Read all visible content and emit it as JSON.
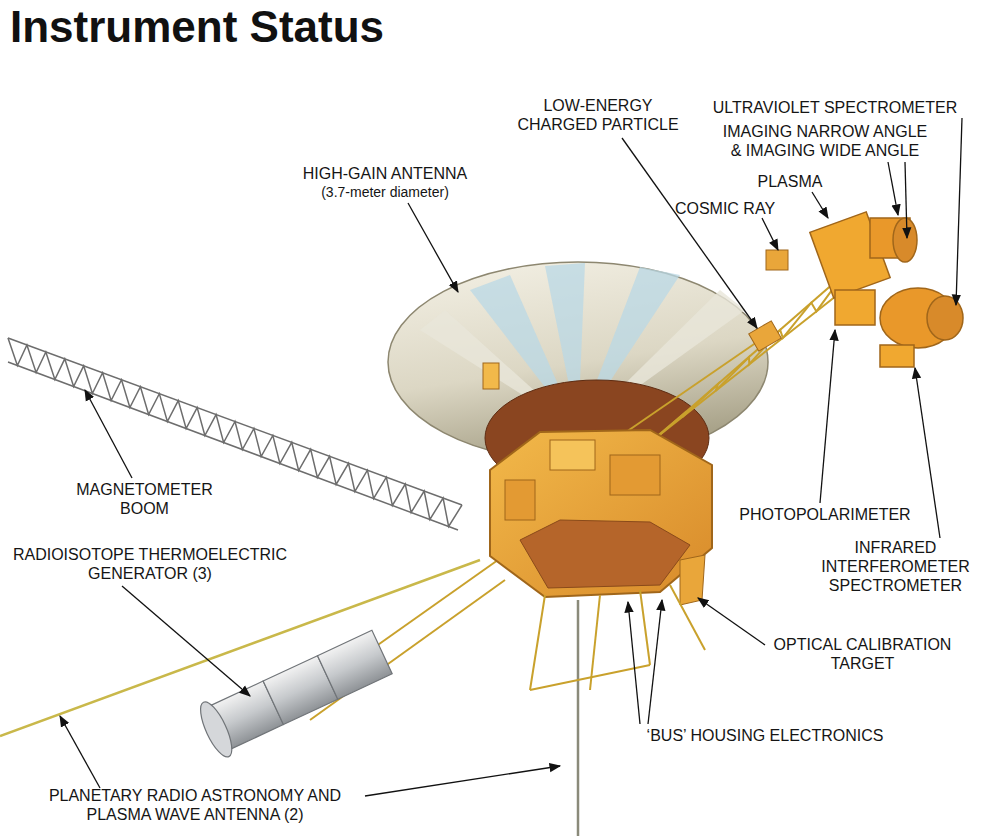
{
  "diagram": {
    "title": "Instrument Status",
    "labels": [
      "LOW-ENERGY CHARGED PARTICLE",
      "ULTRAVIOLET SPECTROMETER",
      "IMAGING NARROW ANGLE & IMAGING WIDE ANGLE",
      "HIGH-GAIN ANTENNA",
      "(3.7-meter diameter)",
      "PLASMA",
      "COSMIC RAY",
      "MAGNETOMETER BOOM",
      "RADIOISOTOPE THERMOELECTRIC GENERATOR (3)",
      "PHOTOPOLARIMETER",
      "INFRARED INTERFEROMETER SPECTROMETER",
      "OPTICAL CALIBRATION TARGET",
      "‘BUS’ HOUSING ELECTRONICS",
      "PLANETARY RADIO ASTRONOMY AND PLASMA WAVE ANTENNA (2)"
    ]
  }
}
